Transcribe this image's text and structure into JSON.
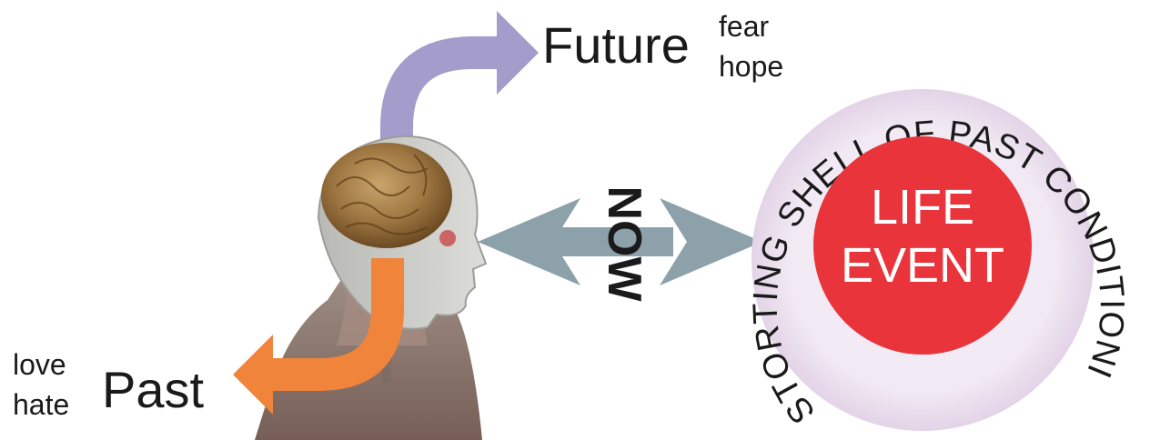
{
  "future": {
    "label": "Future",
    "emotion_top": "fear",
    "emotion_bottom": "hope"
  },
  "past": {
    "label": "Past",
    "emotion_top": "love",
    "emotion_bottom": "hate"
  },
  "now": {
    "label": "NOW"
  },
  "life_event": {
    "line1": "LIFE",
    "line2": "EVENT"
  },
  "shell": {
    "text": "DISTORTING SHELL OF PAST CONDITIONING"
  },
  "colors": {
    "future_arrow": "#a49ccb",
    "past_arrow": "#f0843a",
    "now_arrow": "#8da1ab",
    "life_event": "#e8343a",
    "shell": "#e9dcec",
    "text": "#1a1a1a"
  },
  "icons": {
    "head": "human-head-anatomy-icon"
  }
}
